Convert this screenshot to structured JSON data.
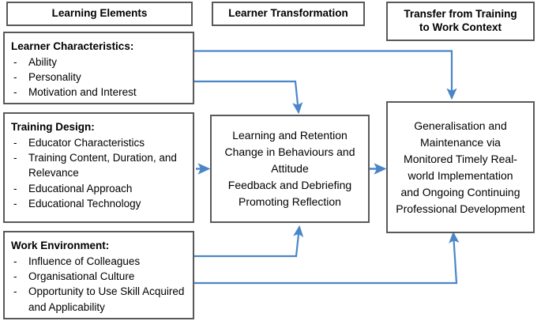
{
  "diagram": {
    "title": "Learning Elements / Learner Transformation / Transfer from Training to Work Context framework",
    "accent_color": "#4a86c7",
    "border_color": "#595959",
    "text_color": "#000000",
    "background": "#ffffff"
  },
  "headers": {
    "learning_elements": "Learning Elements",
    "learner_transformation": "Learner Transformation",
    "transfer_line1": "Transfer from Training",
    "transfer_line2": "to Work Context"
  },
  "learner_characteristics": {
    "title": "Learner Characteristics:",
    "items": [
      "Ability",
      "Personality",
      "Motivation and Interest"
    ]
  },
  "training_design": {
    "title": "Training Design:",
    "items": [
      "Educator Characteristics",
      "Training Content, Duration, and Relevance",
      "Educational Approach",
      "Educational Technology"
    ]
  },
  "work_environment": {
    "title": "Work Environment:",
    "items": [
      "Influence of Colleagues",
      "Organisational Culture",
      "Opportunity to Use Skill Acquired and Applicability"
    ]
  },
  "center_box": {
    "lines": [
      "Learning and Retention",
      "Change in Behaviours and",
      "Attitude",
      "Feedback and Debriefing",
      "Promoting Reflection"
    ]
  },
  "right_box": {
    "lines": [
      "Generalisation and",
      "Maintenance via",
      "Monitored Timely Real-",
      "world Implementation",
      "and Ongoing Continuing",
      "Professional Development"
    ]
  },
  "connectors": [
    {
      "name": "learner-characteristics-to-transfer",
      "from": "Learner Characteristics",
      "to": "Generalisation and Maintenance"
    },
    {
      "name": "learner-characteristics-to-transformation",
      "from": "Learner Characteristics",
      "to": "Learning and Retention"
    },
    {
      "name": "training-design-to-transformation",
      "from": "Training Design",
      "to": "Learning and Retention"
    },
    {
      "name": "transformation-to-transfer",
      "from": "Learning and Retention",
      "to": "Generalisation and Maintenance"
    },
    {
      "name": "work-environment-to-transformation",
      "from": "Work Environment",
      "to": "Learning and Retention"
    },
    {
      "name": "work-environment-to-transfer",
      "from": "Work Environment",
      "to": "Generalisation and Maintenance"
    }
  ]
}
